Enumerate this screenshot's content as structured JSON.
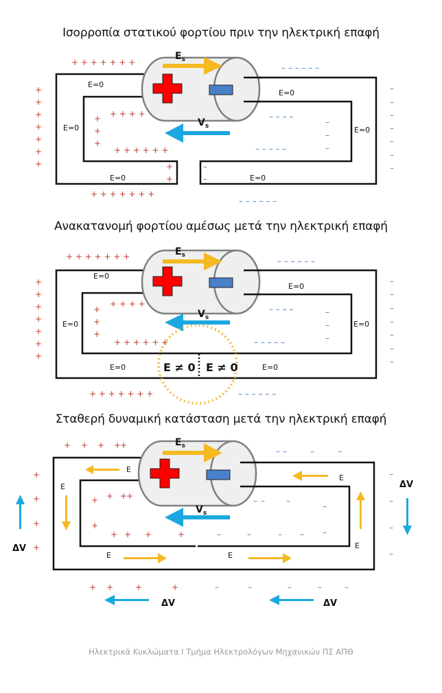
{
  "titles": {
    "equilibrium": "Ισορροπία στατικού φορτίου πριν την ηλεκτρική επαφή",
    "redistribution": "Ανακατανομή φορτίου αμέσως μετά την ηλεκτρική επαφή",
    "steady_state": "Σταθερή δυναμική κατάσταση μετά την ηλεκτρική επαφή"
  },
  "labels": {
    "source_field": "E",
    "source_field_sub": "s",
    "source_voltage": "V",
    "source_voltage_sub": "s",
    "zero_field": "E=0",
    "nonzero_field": "E ≠ 0",
    "field": "E",
    "potential_difference": "ΔV",
    "plus": "+",
    "minus": "–"
  },
  "charges": {
    "positive_row_7": "+ + + + + + +",
    "positive_row_4": "+ + + +",
    "positive_row_6": "+ + + + + +",
    "negative_top": "– – – – – –",
    "negative_inner_top": "– – – –",
    "negative_inner_bottom": "– – – – –",
    "negative_bottom": "– – – – – –"
  },
  "colors": {
    "positive": "#c0392b",
    "negative": "#4f81bd",
    "field_arrow": "#f5b922",
    "voltage_arrow": "#1ba8e0",
    "battery_body": "#efefef",
    "battery_outline": "#808080",
    "plus_symbol": "#ff0000",
    "minus_symbol": "#4a7fc9"
  },
  "footer": "Ηλεκτρικά Κυκλώματα Ι Τμήμα Ηλεκτρολόγων Μηχανικών ΠΣ ΑΠΘ"
}
